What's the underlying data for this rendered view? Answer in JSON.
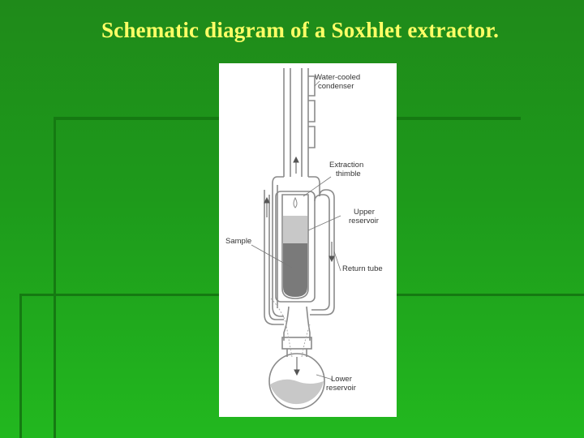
{
  "slide": {
    "title": "Schematic diagram of a Soxhlet extractor."
  },
  "diagram": {
    "labels": {
      "condenser_line1": "Water-cooled",
      "condenser_line2": "condenser",
      "thimble_line1": "Extraction",
      "thimble_line2": "thimble",
      "upper_line1": "Upper",
      "upper_line2": "reservoir",
      "sample": "Sample",
      "return_tube": "Return tube",
      "lower_line1": "Lower",
      "lower_line2": "reservoir"
    },
    "colors": {
      "glass_outline": "#8a8a8a",
      "solvent_fill": "#c8c8c8",
      "sample_fill": "#7a7a7a",
      "title_color": "#ffff66"
    }
  }
}
